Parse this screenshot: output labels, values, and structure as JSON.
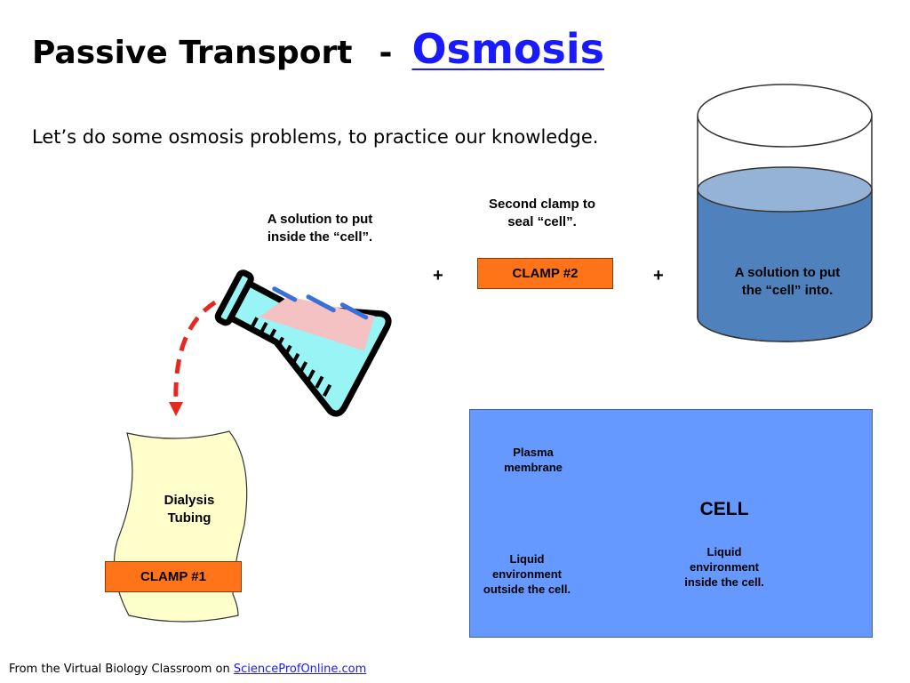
{
  "title": {
    "prefix": "Passive Transport",
    "separator": "-",
    "link": "Osmosis"
  },
  "subtitle": "Let’s do some osmosis problems, to practice our knowledge.",
  "flask": {
    "label_line1": "A solution to put",
    "label_line2": "inside the “cell”."
  },
  "second_clamp": {
    "label_line1": "Second clamp to",
    "label_line2": "seal  “cell”.",
    "button": "CLAMP #2"
  },
  "plus_sign": "+",
  "beaker": {
    "label_line1": "A solution to put",
    "label_line2": "the “cell” into."
  },
  "tubing": {
    "label_line1": "Dialysis",
    "label_line2": "Tubing",
    "clamp": "CLAMP #1"
  },
  "environment": {
    "membrane_line1": "Plasma",
    "membrane_line2": "membrane",
    "cell_title": "CELL",
    "inside_line1": "Liquid",
    "inside_line2": "environment",
    "inside_line3": "inside the cell.",
    "outside_line1": "Liquid",
    "outside_line2": "environment",
    "outside_line3": "outside the cell."
  },
  "footer": {
    "text": "From the Virtual Biology Classroom on ",
    "link": "ScienceProfOnline.com"
  },
  "colors": {
    "clamp": "#ff7418",
    "environment": "#6699ff",
    "cell": "#99ccff",
    "beaker_liquid": "#4f81bd",
    "flask_liquid": "#99f5f5",
    "arrow": "#e8281e",
    "link": "#1a1aff"
  }
}
